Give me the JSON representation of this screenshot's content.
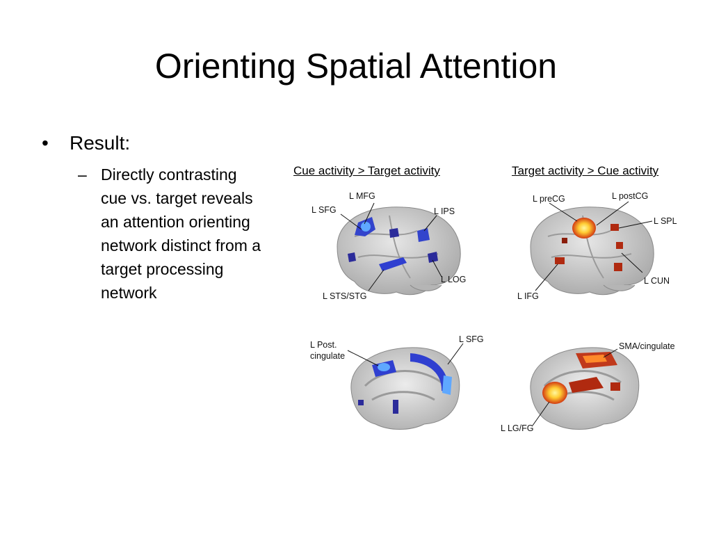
{
  "slide": {
    "title": "Orienting Spatial Attention",
    "bullet": "Result:",
    "sub_bullet_marker": "–",
    "sub_bullet": "Directly contrasting cue vs. target reveals an attention orienting network distinct from a target processing network"
  },
  "figure": {
    "left_heading": "Cue activity > Target activity",
    "right_heading": "Target activity > Cue activity",
    "panels": {
      "cue_lateral": [
        "L MFG",
        "L SFG",
        "L IPS",
        "L LOG",
        "L STS/STG"
      ],
      "target_lateral": [
        "L preCG",
        "L postCG",
        "L SPL",
        "L CUN",
        "L IFG"
      ],
      "cue_medial": [
        "L Post.",
        "cingulate",
        "L SFG"
      ],
      "target_medial": [
        "SMA/cingulate",
        "L LG/FG"
      ]
    }
  },
  "colors": {
    "cue_activation": "#2f3fd0",
    "cue_highlight": "#5fa8ff",
    "target_activation": "#c0391b",
    "target_highlight": "#ffe14a",
    "brain_gray": "#c9c9c9"
  }
}
